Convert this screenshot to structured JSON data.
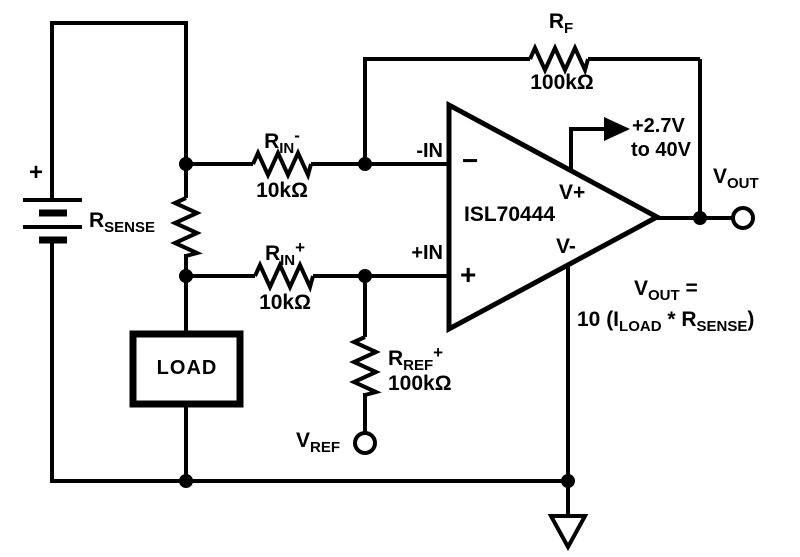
{
  "colors": {
    "ink": "#000000",
    "background": "#ffffff"
  },
  "battery": {
    "plus_sign": "+"
  },
  "resistors": {
    "r_sense": {
      "ref": "R",
      "sub": "SENSE"
    },
    "r_in_minus": {
      "ref": "R",
      "sub": "IN",
      "sign": "-",
      "value": "10kΩ"
    },
    "r_in_plus": {
      "ref": "R",
      "sub": "IN",
      "sign": "+",
      "value": "10kΩ"
    },
    "r_f": {
      "ref": "R",
      "sub": "F",
      "value": "100kΩ"
    },
    "r_ref": {
      "ref": "R",
      "sub": "REF",
      "sign": "+",
      "value": "100kΩ"
    }
  },
  "load": {
    "label": "LOAD"
  },
  "opamp": {
    "part_number": "ISL70444",
    "inverting_sign": "−",
    "noninverting_sign": "+",
    "vplus_pin": "V+",
    "vminus_pin": "V-",
    "in_minus_pin": "-IN",
    "in_plus_pin": "+IN"
  },
  "supply": {
    "line1": "+2.7V",
    "line2": "to 40V"
  },
  "terminals": {
    "vout": {
      "ref": "V",
      "sub": "OUT"
    },
    "vref": {
      "ref": "V",
      "sub": "REF"
    }
  },
  "formula": {
    "l1_ref": "V",
    "l1_sub": "OUT",
    "l1_eq": " =",
    "l2_a": "10 (I",
    "l2_sub_a": "LOAD",
    "l2_star": " * ",
    "l2_b": "R",
    "l2_sub_b": "SENSE",
    "l2_close": ")"
  }
}
